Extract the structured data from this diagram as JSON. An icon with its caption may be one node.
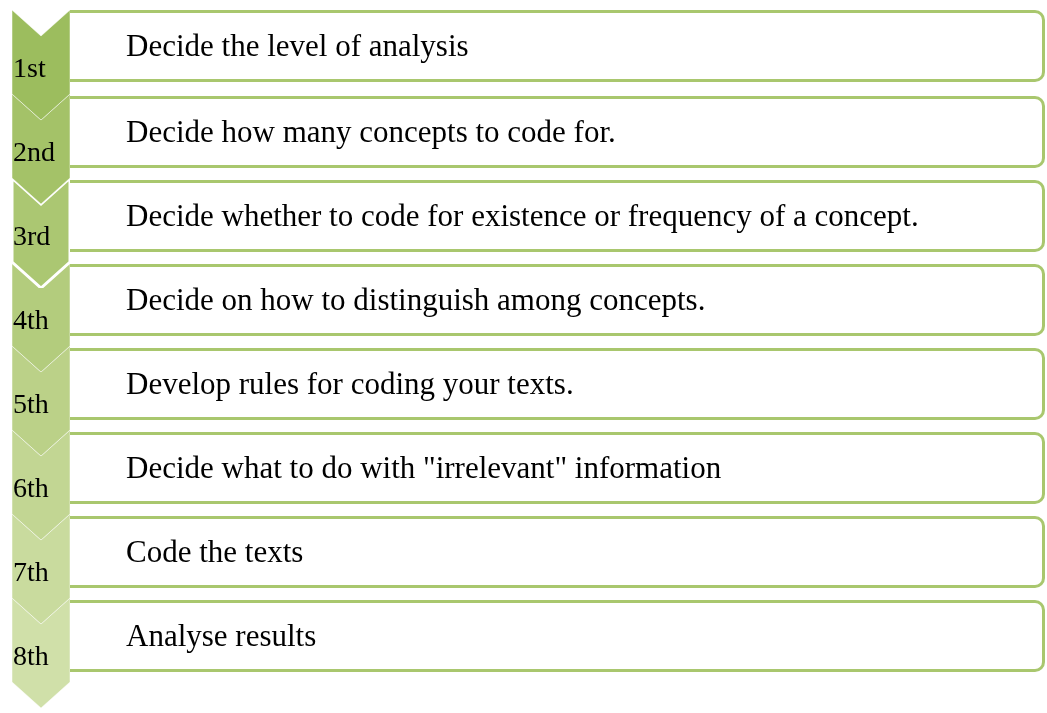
{
  "diagram": {
    "nodes": [
      {
        "text": [
          "1st"
        ]
      },
      {
        "text": [
          "Decide the level of analysis"
        ]
      },
      {
        "text": [
          "2nd"
        ]
      },
      {
        "text": [
          "Decide how many concepts to code for."
        ]
      },
      {
        "text": [
          "3rd"
        ]
      },
      {
        "text": [
          "Decide whether to code for existence or frequency of a concept."
        ]
      },
      {
        "text": [
          "4th"
        ]
      },
      {
        "text": [
          "Decide on how to distinguish among concepts."
        ]
      },
      {
        "text": [
          "5th"
        ]
      },
      {
        "text": [
          "Develop rules for coding your texts."
        ]
      },
      {
        "text": [
          "6th"
        ]
      },
      {
        "text": [
          "Decide what to do with \"irrelevant\" information"
        ]
      },
      {
        "text": [
          "7th"
        ]
      },
      {
        "text": [
          "Code the texts"
        ]
      },
      {
        "text": [
          "8th"
        ]
      },
      {
        "text": [
          "Analyse results"
        ]
      }
    ]
  }
}
